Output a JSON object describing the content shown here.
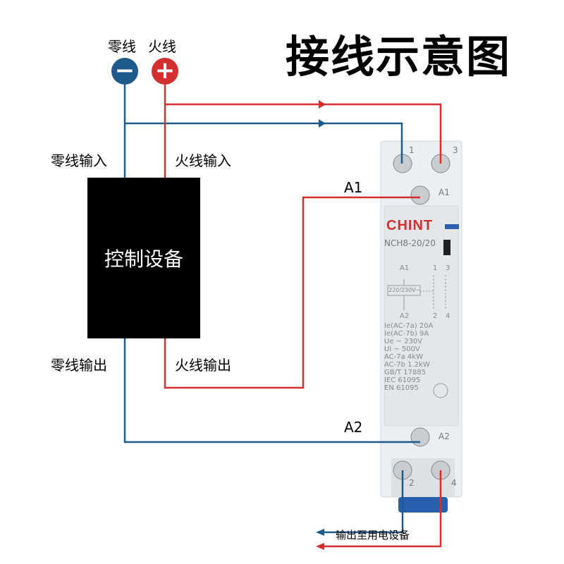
{
  "title": "接线示意图",
  "power": {
    "neutral_label": "零线",
    "live_label": "火线",
    "neutral_symbol": "−",
    "live_symbol": "+"
  },
  "control_device": {
    "name": "控制设备",
    "neutral_in": "零线输入",
    "live_in": "火线输入",
    "neutral_out": "零线输出",
    "live_out": "火线输出"
  },
  "contactor": {
    "brand": "CHINT",
    "model": "NCH8-20/20",
    "terminal_1": "1",
    "terminal_3": "3",
    "terminal_2": "2",
    "terminal_4": "4",
    "a1_label": "A1",
    "a2_label": "A2",
    "coil_label": "220/230V~",
    "specs": [
      "Ie(AC-7a)  20A",
      "Ie(AC-7b)  9A",
      "Ue ~  230V",
      "Ui ~  500V",
      "AC-7a  4kW",
      "AC-7b  1.2kW",
      "GB/T 17885",
      "IEC 61095",
      "EN 61095"
    ]
  },
  "wire_labels": {
    "a1": "A1",
    "a2": "A2",
    "output": "输出至用电设备"
  },
  "colors": {
    "neutral": "#1f5a8c",
    "live": "#d32f2f",
    "brand": "#d32f2f",
    "contactor_body": "#eceff2"
  }
}
